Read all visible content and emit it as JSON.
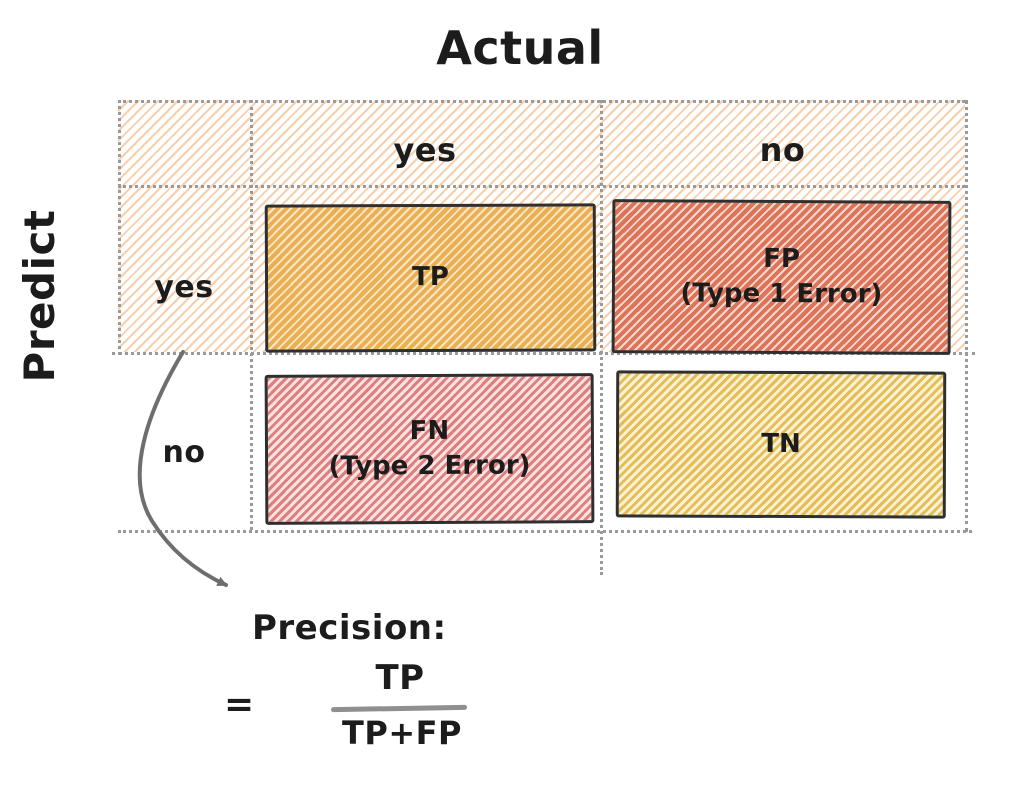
{
  "diagram": {
    "title": "Actual",
    "side_label": "Predict",
    "col_headers": {
      "yes": "yes",
      "no": "no"
    },
    "row_headers": {
      "yes": "yes",
      "no": "no"
    },
    "cells": {
      "tp": {
        "label": "TP"
      },
      "fp": {
        "line1": "FP",
        "line2": "(Type 1 Error)"
      },
      "fn": {
        "line1": "FN",
        "line2": "(Type 2 Error)"
      },
      "tn": {
        "label": "TN"
      }
    },
    "formula": {
      "heading": "Precision:",
      "equals": "=",
      "numerator": "TP",
      "denominator": "TP+FP"
    },
    "colors": {
      "band_hatch": "#f0a05a",
      "tp_a": "#eaaf52",
      "tp_b": "#f8e7c6",
      "fp_a": "#dd7358",
      "fp_b": "#f6d9ce",
      "fn_a": "#df7e7e",
      "fn_b": "#f9e3e1",
      "tn_a": "#e3bd55",
      "tn_b": "#faf0d2",
      "border": "#2f2f2f",
      "dotted": "#9a9a9a",
      "arrow": "#6e6e6e",
      "ink": "#1c1c1c"
    }
  }
}
